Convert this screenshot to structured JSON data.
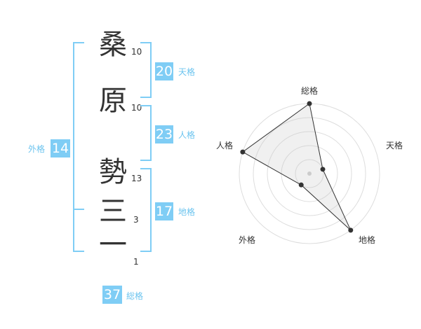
{
  "characters": [
    {
      "char": "桑",
      "strokes": "10"
    },
    {
      "char": "原",
      "strokes": "10"
    },
    {
      "char": "勢",
      "strokes": "13"
    },
    {
      "char": "三",
      "strokes": "3"
    },
    {
      "char": "一",
      "strokes": "1"
    }
  ],
  "kaku": {
    "tenkaku": {
      "value": "20",
      "label": "天格"
    },
    "jinkaku": {
      "value": "23",
      "label": "人格"
    },
    "chikaku": {
      "value": "17",
      "label": "地格"
    },
    "gaikaku": {
      "value": "14",
      "label": "外格"
    },
    "soukaku": {
      "value": "37",
      "label": "総格"
    }
  },
  "colors": {
    "accent": "#7fcdf5",
    "accent_text": "#6cc4ef",
    "text": "#333333",
    "grid": "#dddddd"
  },
  "chart_data": {
    "type": "radar",
    "axes": [
      "総格",
      "天格",
      "地格",
      "外格",
      "人格"
    ],
    "values": [
      5,
      1,
      5,
      1,
      5
    ],
    "rlim": [
      0,
      5
    ],
    "grid": true
  }
}
